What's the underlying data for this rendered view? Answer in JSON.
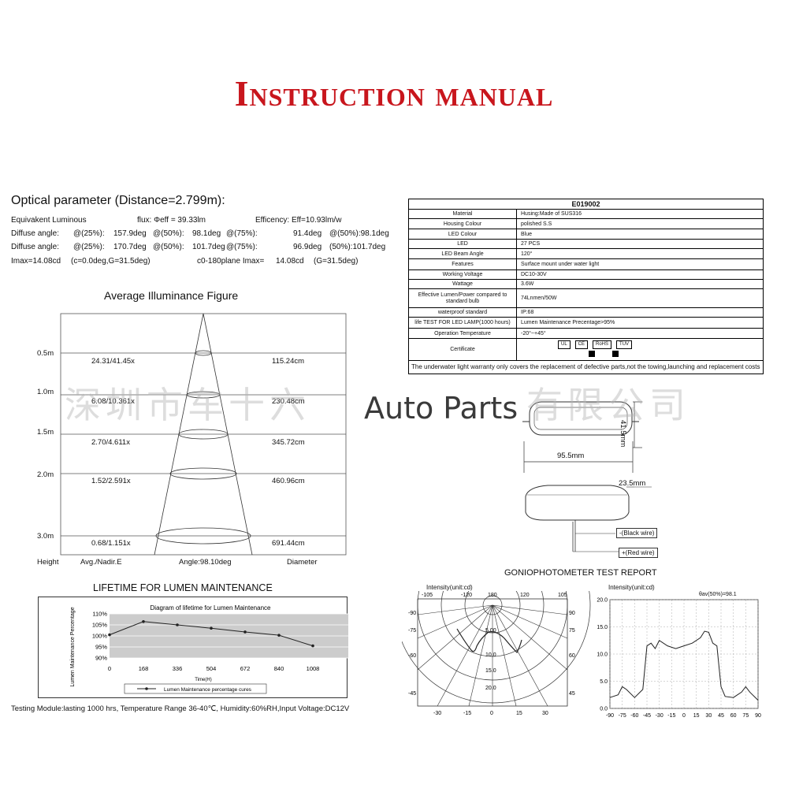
{
  "title": "Instruction manual",
  "optical": {
    "heading": "Optical parameter (Distance=2.799m):",
    "rows": [
      [
        "Equivakent Luminous",
        "flux: Φeff = 39.33lm",
        "Efficency: Eff=10.93lm/w"
      ],
      [
        "Diffuse angle:",
        "@(25%):",
        "157.9deg",
        "@(50%):",
        "98.1deg",
        "@(75%):",
        "91.4deg",
        "@(50%):98.1deg"
      ],
      [
        "Diffuse angle:",
        "@(25%):",
        "170.7deg",
        "@(50%):",
        "101.7deg",
        "@(75%):",
        "96.9deg",
        "(50%):101.7deg"
      ],
      [
        "Imax=14.08cd",
        "(c=0.0deg,G=31.5deg)",
        "c0-180plane Imax=",
        "14.08cd",
        "(G=31.5deg)"
      ]
    ]
  },
  "illuminance": {
    "title": "Average Illuminance Figure",
    "levels": [
      {
        "height": "0.5m",
        "value": "24.31/41.45x",
        "diameter": "115.24cm"
      },
      {
        "height": "1.0m",
        "value": "6.08/10.361x",
        "diameter": "230.48cm"
      },
      {
        "height": "1.5m",
        "value": "2.70/4.611x",
        "diameter": "345.72cm"
      },
      {
        "height": "2.0m",
        "value": "1.52/2.591x",
        "diameter": "460.96cm"
      },
      {
        "height": "3.0m",
        "value": "0.68/1.151x",
        "diameter": "691.44cm"
      }
    ],
    "footer": {
      "height": "Height",
      "avg": "Avg./Nadir.E",
      "angle": "Angle:98.10deg",
      "diameter": "Diameter"
    }
  },
  "lifetime": {
    "heading": "LIFETIME FOR LUMEN MAINTENANCE",
    "inner_title": "Diagram of lifetime for Lumen Maintenance",
    "ylabel": "Lumen Maintenance Percentage",
    "xlabel": "Time(H)",
    "legend": "Lumen Maintenance percentage cures"
  },
  "chart_data": [
    {
      "type": "line",
      "title": "Diagram of lifetime for Lumen Maintenance",
      "xlabel": "Time(H)",
      "ylabel": "Lumen Maintenance Percentage",
      "x": [
        0,
        168,
        336,
        504,
        672,
        840,
        1008
      ],
      "series": [
        {
          "name": "Lumen Maintenance percentage cures",
          "values": [
            100.5,
            106.5,
            105,
            103.5,
            101.8,
            100.3,
            95.5
          ]
        }
      ],
      "xticks": [
        "0",
        "168",
        "336",
        "504",
        "672",
        "840",
        "1008"
      ],
      "yticks": [
        "110%",
        "105%",
        "100%",
        "95%",
        "90%"
      ],
      "ylim": [
        90,
        110
      ],
      "grid": true
    },
    {
      "type": "line",
      "title": "",
      "ylabel": "Intensity(unit:cd)",
      "annotation": "θav(50%)=98.1",
      "x": [
        -90,
        -80,
        -75,
        -70,
        -60,
        -50,
        -45,
        -40,
        -35,
        -30,
        -20,
        -10,
        0,
        10,
        20,
        25,
        30,
        35,
        40,
        45,
        50,
        60,
        70,
        75,
        80,
        90
      ],
      "series": [
        {
          "values": [
            2,
            2.5,
            4,
            3.5,
            2,
            3.5,
            11.5,
            12,
            11,
            12.5,
            11.5,
            11,
            11.5,
            12,
            13,
            14.2,
            14,
            12,
            11.5,
            4,
            2.2,
            2,
            3,
            4,
            3,
            1.5
          ]
        }
      ],
      "xticks": [
        "-90",
        "-75",
        "-60",
        "-45",
        "-30",
        "-15",
        "0",
        "15",
        "30",
        "45",
        "60",
        "75",
        "90"
      ],
      "yticks": [
        "20.0",
        "15.0",
        "10.0",
        "5.0",
        "0.0"
      ],
      "ylim": [
        0,
        20
      ],
      "grid": true
    }
  ],
  "spec": {
    "code": "E019002",
    "rows": [
      [
        "Material",
        "Husing:Made of SUS316"
      ],
      [
        "Housing Colour",
        "polished S.S"
      ],
      [
        "LED  Colour",
        "Blue"
      ],
      [
        "LED",
        "27 PCS"
      ],
      [
        "LED Beam Angle",
        "120°"
      ],
      [
        "Features",
        "Surface mount under water light"
      ],
      [
        "Working Voltage",
        "DC10-30V"
      ],
      [
        "Wattage",
        "3.6W"
      ],
      [
        "Effective Lumen/Power compared to standard bulb",
        "74Lnmen/50W"
      ],
      [
        "waterproof standard",
        "IP:68"
      ],
      [
        "life TEST FOR LED LAMP(1000 hours)",
        "Lumen Maintenance Precentage>95%"
      ],
      [
        "Operation Temperature",
        "-20°~+45°"
      ],
      [
        "Certificate",
        ""
      ]
    ],
    "certs": [
      "UL",
      "CE",
      "RoHS",
      "TUV"
    ],
    "note": "The underwater light warranty only covers the replacement of defective parts,not the towing,launching and replacement costs"
  },
  "watermark": "深圳市车十六",
  "watermark2": "有限公司",
  "brand": "Auto Parts",
  "dimensions": {
    "length": "95.5mm",
    "width": "41.5mm",
    "height": "23.5mm",
    "black": "-(Black wire)",
    "red": "+(Red wire)"
  },
  "gonio": {
    "title": "GONIOPHOTOMETER TEST REPORT",
    "left_label": "Intensity(unit:cd)",
    "right_label": "Intensity(unit:cd)",
    "polar_top": [
      "-105",
      "-120",
      "180",
      "120",
      "105"
    ],
    "polar_left": [
      "-90",
      "-75",
      "-60",
      "-45"
    ],
    "polar_right": [
      "90",
      "75",
      "60",
      "45"
    ],
    "polar_rings": [
      "5.00",
      "10.0",
      "15.0",
      "20.0"
    ],
    "polar_bottom": [
      "-30",
      "-15",
      "0",
      "15",
      "30"
    ]
  },
  "testing_note": "Testing Module:lasting 1000 hrs, Temperature Range 36-40℃,  Humidity:60%RH,Input Voltage:DC12V"
}
